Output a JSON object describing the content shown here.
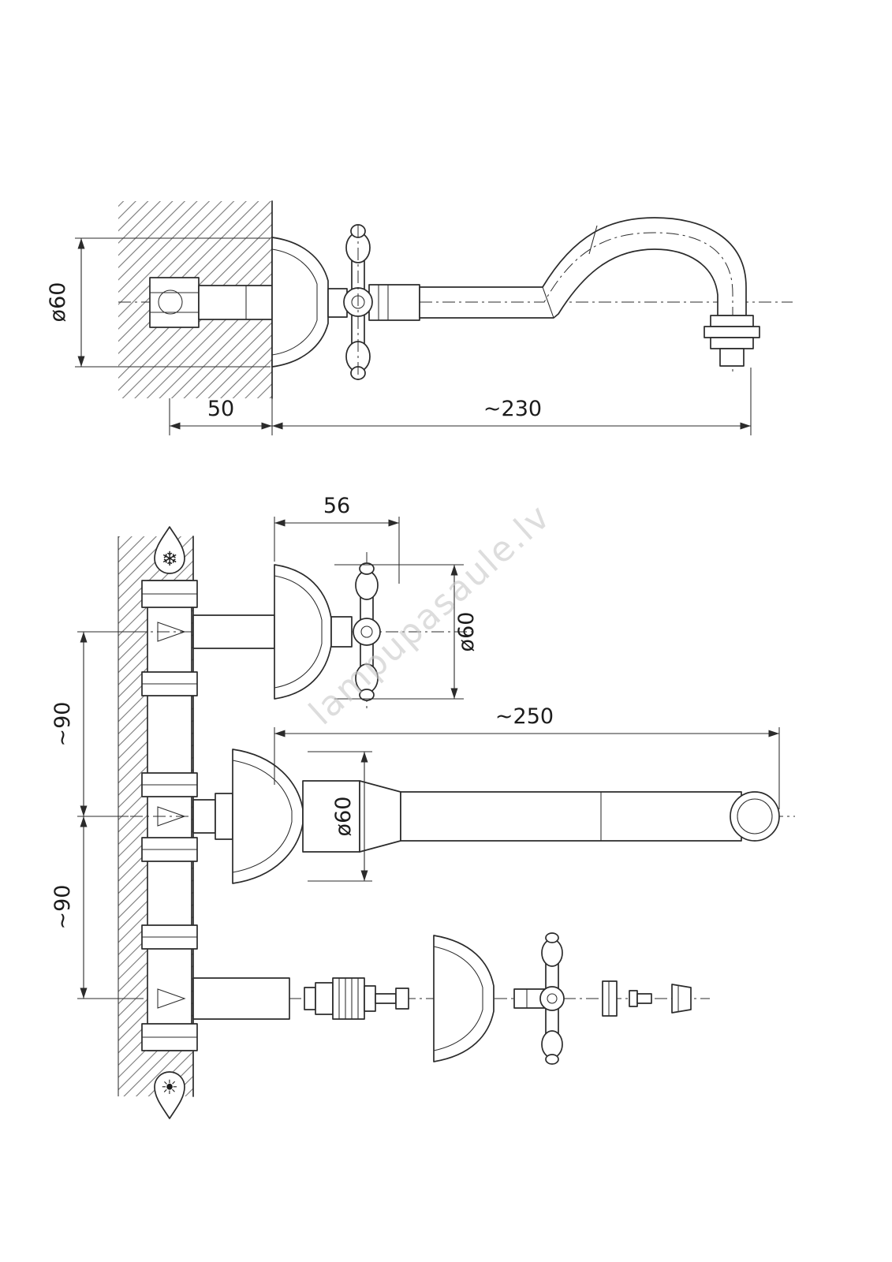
{
  "watermark": {
    "text": "lampupasaule.lv"
  },
  "icons": {
    "cold": {
      "name": "snowflake-icon",
      "glyph": "❄"
    },
    "hot": {
      "name": "sun-icon",
      "glyph": "☀"
    }
  },
  "colors": {
    "line": "#2b2b2b",
    "hatch": "#777777",
    "watermark": "#c8c8c8",
    "background": "#ffffff"
  },
  "views": {
    "side": {
      "dimensions": {
        "flange_diameter": "ø60",
        "wall_depth": "50",
        "spout_reach": "~230"
      }
    },
    "front": {
      "dimensions": {
        "valve_width": "56",
        "valve_flange_diameter": "ø60",
        "upper_port_spacing": "~90",
        "lower_port_spacing": "~90",
        "spout_reach": "~250",
        "spout_flange_diameter": "ø60"
      }
    }
  }
}
